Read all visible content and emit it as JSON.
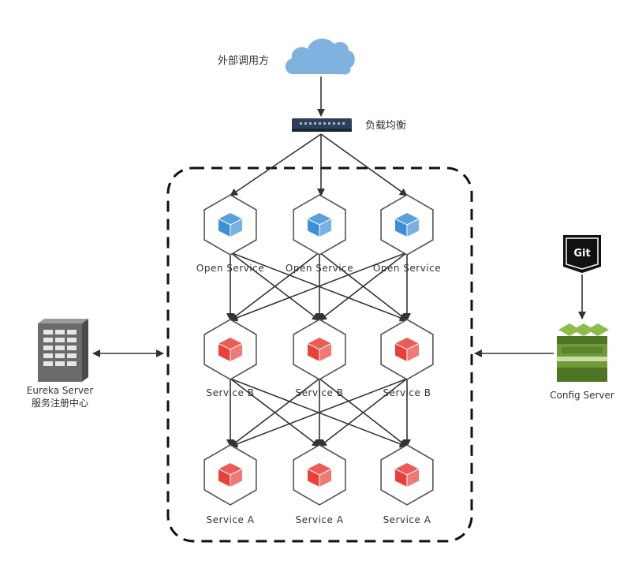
{
  "external_caller": {
    "label": "外部调用方",
    "icon": "cloud-icon"
  },
  "load_balancer": {
    "label": "负载均衡",
    "icon": "switch-icon"
  },
  "eureka": {
    "line1": "Eureka Server",
    "line2": "服务注册中心",
    "icon": "server-icon"
  },
  "git": {
    "label": "Git",
    "icon": "git-icon"
  },
  "config_server": {
    "label": "Config Server",
    "icon": "config-server-icon"
  },
  "open_services": [
    {
      "label": "Open Service"
    },
    {
      "label": "Open Service"
    },
    {
      "label": "Open Service"
    }
  ],
  "b_services": [
    {
      "label": "Service B"
    },
    {
      "label": "Service B"
    },
    {
      "label": "Service B"
    }
  ],
  "a_services": [
    {
      "label": "Service A"
    },
    {
      "label": "Service A"
    },
    {
      "label": "Service A"
    }
  ],
  "colors": {
    "open_cube": "#3d8fd6",
    "service_cube": "#e8403a",
    "cloud": "#7fb2de",
    "arrow": "#333333",
    "hexagon": "#555555",
    "dashed_border": "#111111",
    "config_green": "#6f9a35"
  }
}
